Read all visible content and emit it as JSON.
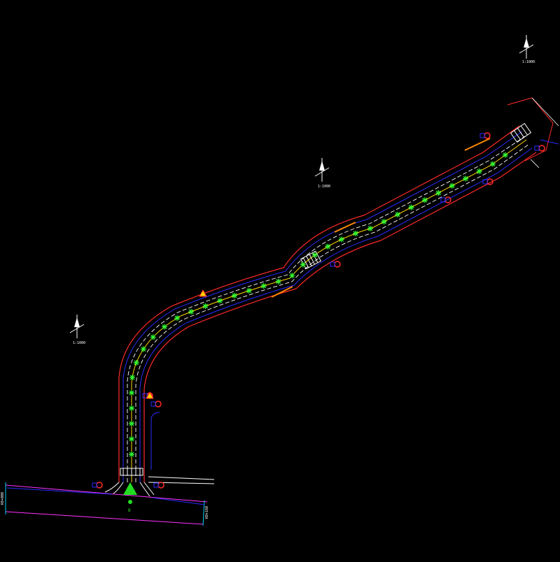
{
  "drawing": {
    "background": "#000000",
    "colors": {
      "red_edge": "#ff2a2a",
      "blue_edge": "#2b2bff",
      "lane_white": "#ffffff",
      "center_yellow": "#ffd400",
      "tree_green": "#33ff33",
      "orange_mark": "#ff8800",
      "magenta_line": "#ff33ff",
      "cyan_mark": "#00d0ff",
      "arrow_green": "#22dd22"
    },
    "north_arrows": [
      {
        "scale": "1:1000"
      },
      {
        "scale": "1:1000"
      },
      {
        "scale": "1:1000"
      }
    ],
    "labels": {
      "left_road_end": "K0+000",
      "right_road_end": "K0+160",
      "junction_mark": "B"
    }
  }
}
